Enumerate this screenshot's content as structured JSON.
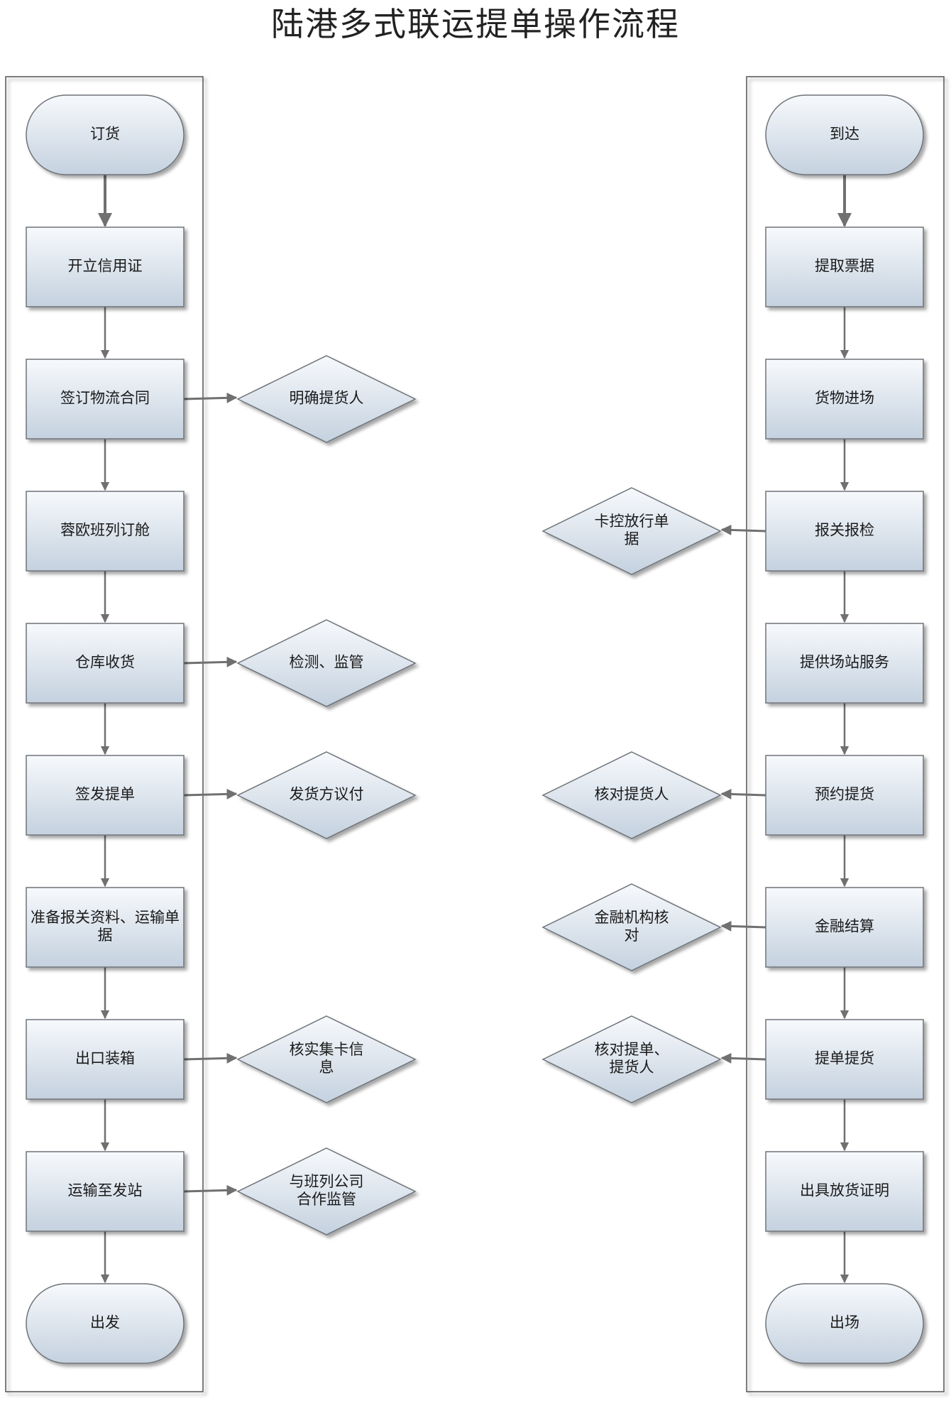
{
  "title": "陆港多式联运提单操作流程",
  "left_lane": {
    "start": "订货",
    "steps": [
      "开立信用证",
      "签订物流合同",
      "蓉欧班列订舱",
      "仓库收货",
      "签发提单",
      "准备报关资料、运输单据",
      "出口装箱",
      "运输至发站"
    ],
    "end": "出发",
    "annotations": [
      {
        "step": 1,
        "lines": [
          "明确提货人"
        ]
      },
      {
        "step": 3,
        "lines": [
          "检测、监管"
        ]
      },
      {
        "step": 4,
        "lines": [
          "发货方议付"
        ]
      },
      {
        "step": 6,
        "lines": [
          "核实集卡信",
          "息"
        ]
      },
      {
        "step": 7,
        "lines": [
          "与班列公司",
          "合作监管"
        ]
      }
    ]
  },
  "right_lane": {
    "start": "到达",
    "steps": [
      "提取票据",
      "货物进场",
      "报关报检",
      "提供场站服务",
      "预约提货",
      "金融结算",
      "提单提货",
      "出具放货证明"
    ],
    "end": "出场",
    "annotations": [
      {
        "step": 2,
        "lines": [
          "卡控放行单",
          "据"
        ]
      },
      {
        "step": 4,
        "lines": [
          "核对提货人"
        ]
      },
      {
        "step": 5,
        "lines": [
          "金融机构核",
          "对"
        ]
      },
      {
        "step": 6,
        "lines": [
          "核对提单、",
          "提货人"
        ]
      }
    ]
  },
  "colors": {
    "node_fill_top": "#f7f9fc",
    "node_fill_bottom": "#c4d1df",
    "node_stroke": "#6e7378",
    "arrow": "#707070",
    "lane_border": "#555555"
  }
}
